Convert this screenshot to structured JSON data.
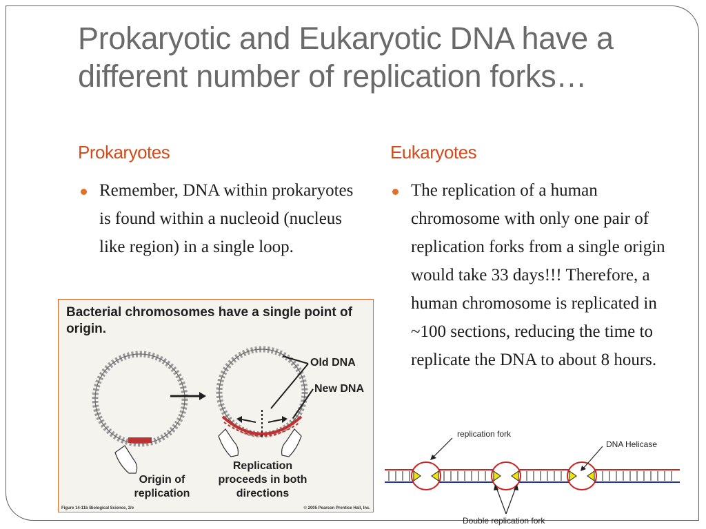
{
  "slide": {
    "title": "Prokaryotic and Eukaryotic DNA have a different number of replication forks…",
    "left": {
      "heading": "Prokaryotes",
      "bullet": "Remember, DNA within prokaryotes is found within a nucleoid (nucleus like region) in a single loop."
    },
    "right": {
      "heading": "Eukaryotes",
      "bullet": "The replication of a human chromosome with only one pair of replication forks from a single origin would take 33 days!!! Therefore, a human chromosome is replicated in ~100 sections, reducing the time to replicate the DNA to about 8 hours."
    }
  },
  "figure": {
    "title": "Bacterial chromosomes have a single point of origin.",
    "old_dna": "Old DNA",
    "new_dna": "New DNA",
    "origin": "Origin of replication",
    "replication": "Replication proceeds in both directions",
    "caption_left": "Figure 14-11b  Biological Science, 2/e",
    "caption_right": "© 2005 Pearson Prentice Hall, Inc."
  },
  "diagram": {
    "replication_fork": "replication fork",
    "helicase": "DNA Helicase",
    "double_fork": "Double replication fork"
  },
  "colors": {
    "title": "#6a6a6a",
    "heading": "#d24a1a",
    "bullet_dot": "#e0702a",
    "figure_border": "#e06a2a",
    "strand_top": "#cc2222",
    "strand_bottom": "#2233aa",
    "helicase_fill": "#f2e600"
  }
}
